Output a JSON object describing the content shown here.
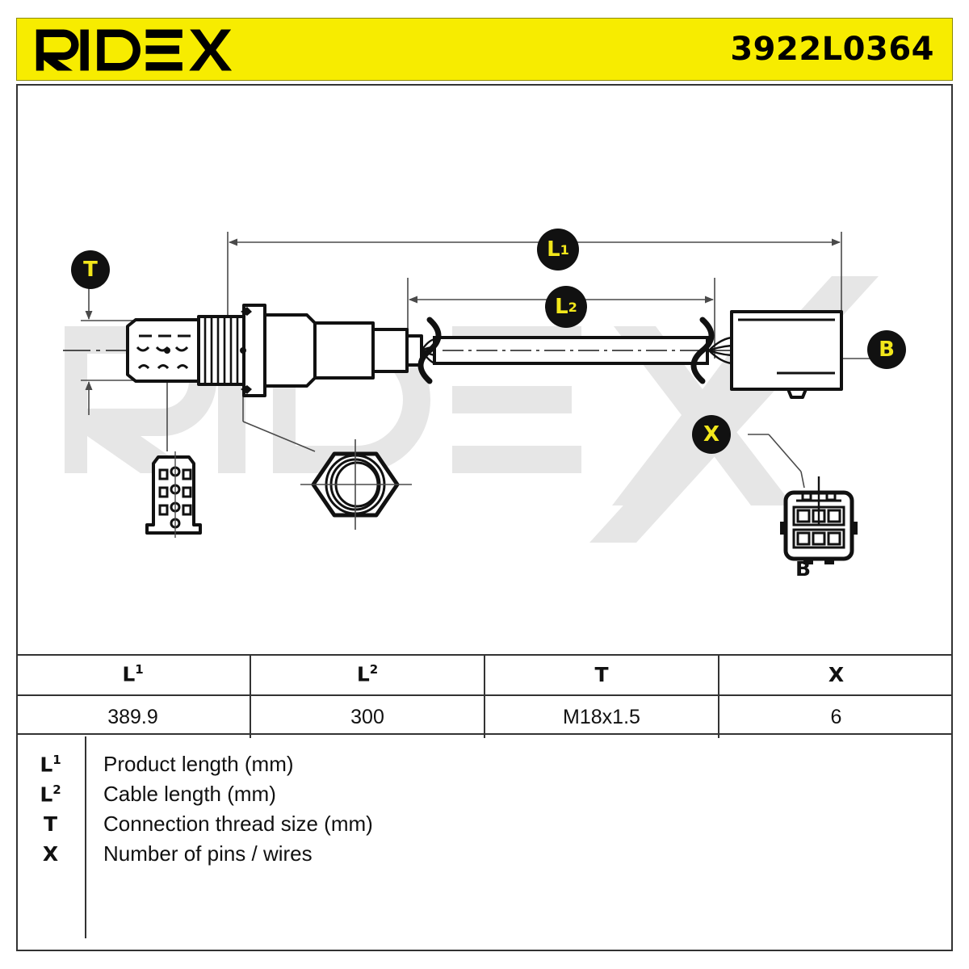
{
  "header": {
    "brand": "RIDEX",
    "part_number": "3922L0364",
    "bg_color": "#f7ec00"
  },
  "diagram": {
    "watermark_text": "RIDEX",
    "callouts": [
      {
        "id": "T",
        "label": "T",
        "sup": ""
      },
      {
        "id": "L1",
        "label": "L",
        "sup": "1"
      },
      {
        "id": "L2",
        "label": "L",
        "sup": "2"
      },
      {
        "id": "B",
        "label": "B",
        "sup": ""
      },
      {
        "id": "X",
        "label": "X",
        "sup": ""
      }
    ],
    "detail_label_b": "B",
    "badge_text_color": "#f2e71b",
    "badge_bg_color": "#111111"
  },
  "spec_table": {
    "headers": [
      {
        "text": "L",
        "sup": "1"
      },
      {
        "text": "L",
        "sup": "2"
      },
      {
        "text": "T",
        "sup": ""
      },
      {
        "text": "X",
        "sup": ""
      }
    ],
    "values": [
      "389.9",
      "300",
      "M18x1.5",
      "6"
    ]
  },
  "legend": {
    "rows": [
      {
        "key": "L",
        "sup": "1",
        "desc": "Product length (mm)"
      },
      {
        "key": "L",
        "sup": "2",
        "desc": "Cable length (mm)"
      },
      {
        "key": "T",
        "sup": "",
        "desc": "Connection thread size (mm)"
      },
      {
        "key": "X",
        "sup": "",
        "desc": "Number of pins / wires"
      }
    ]
  }
}
